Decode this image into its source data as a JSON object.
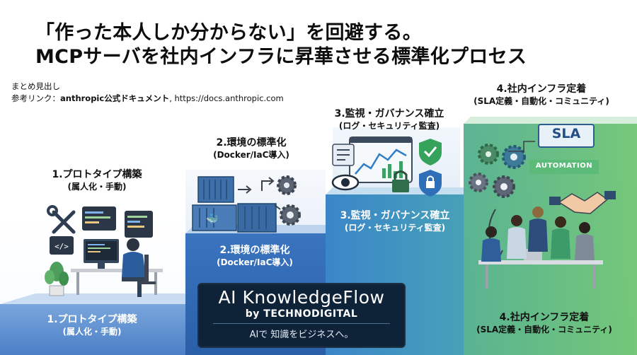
{
  "title": {
    "line1": "「作った本人しか分からない」を回避する。",
    "line2": "MCPサーバを社内インフラに昇華させる標準化プロセス"
  },
  "meta": {
    "summary_label": "まとめ見出し",
    "ref_prefix": "参考リンク：",
    "ref_bold": "anthropic公式ドキュメント",
    "ref_rest": ", https://docs.anthropic.com"
  },
  "steps": [
    {
      "title": "1.プロトタイプ構築",
      "sub": "(属人化・手動)"
    },
    {
      "title": "2.環境の標準化",
      "sub": "(Docker/IaC導入)"
    },
    {
      "title": "3.監視・ガバナンス確立",
      "sub": "(ログ・セキュリティ監査)"
    },
    {
      "title": "4.社内インフラ定着",
      "sub": "(SLA定義・自動化・コミュニティ)"
    }
  ],
  "icons": {
    "sla": "SLA",
    "automation": "AUTOMATION"
  },
  "brand": {
    "name": "AI KnowledgeFlow",
    "by": "by TECHNODIGITAL",
    "tagline": "AIで 知識をビジネスへ。"
  },
  "colors": {
    "step1": "#5d8fd0",
    "step2": "#3168b4",
    "step3": "#3f8bc4",
    "step4": "#5bb77a",
    "brand_bg": "#0e2238"
  }
}
